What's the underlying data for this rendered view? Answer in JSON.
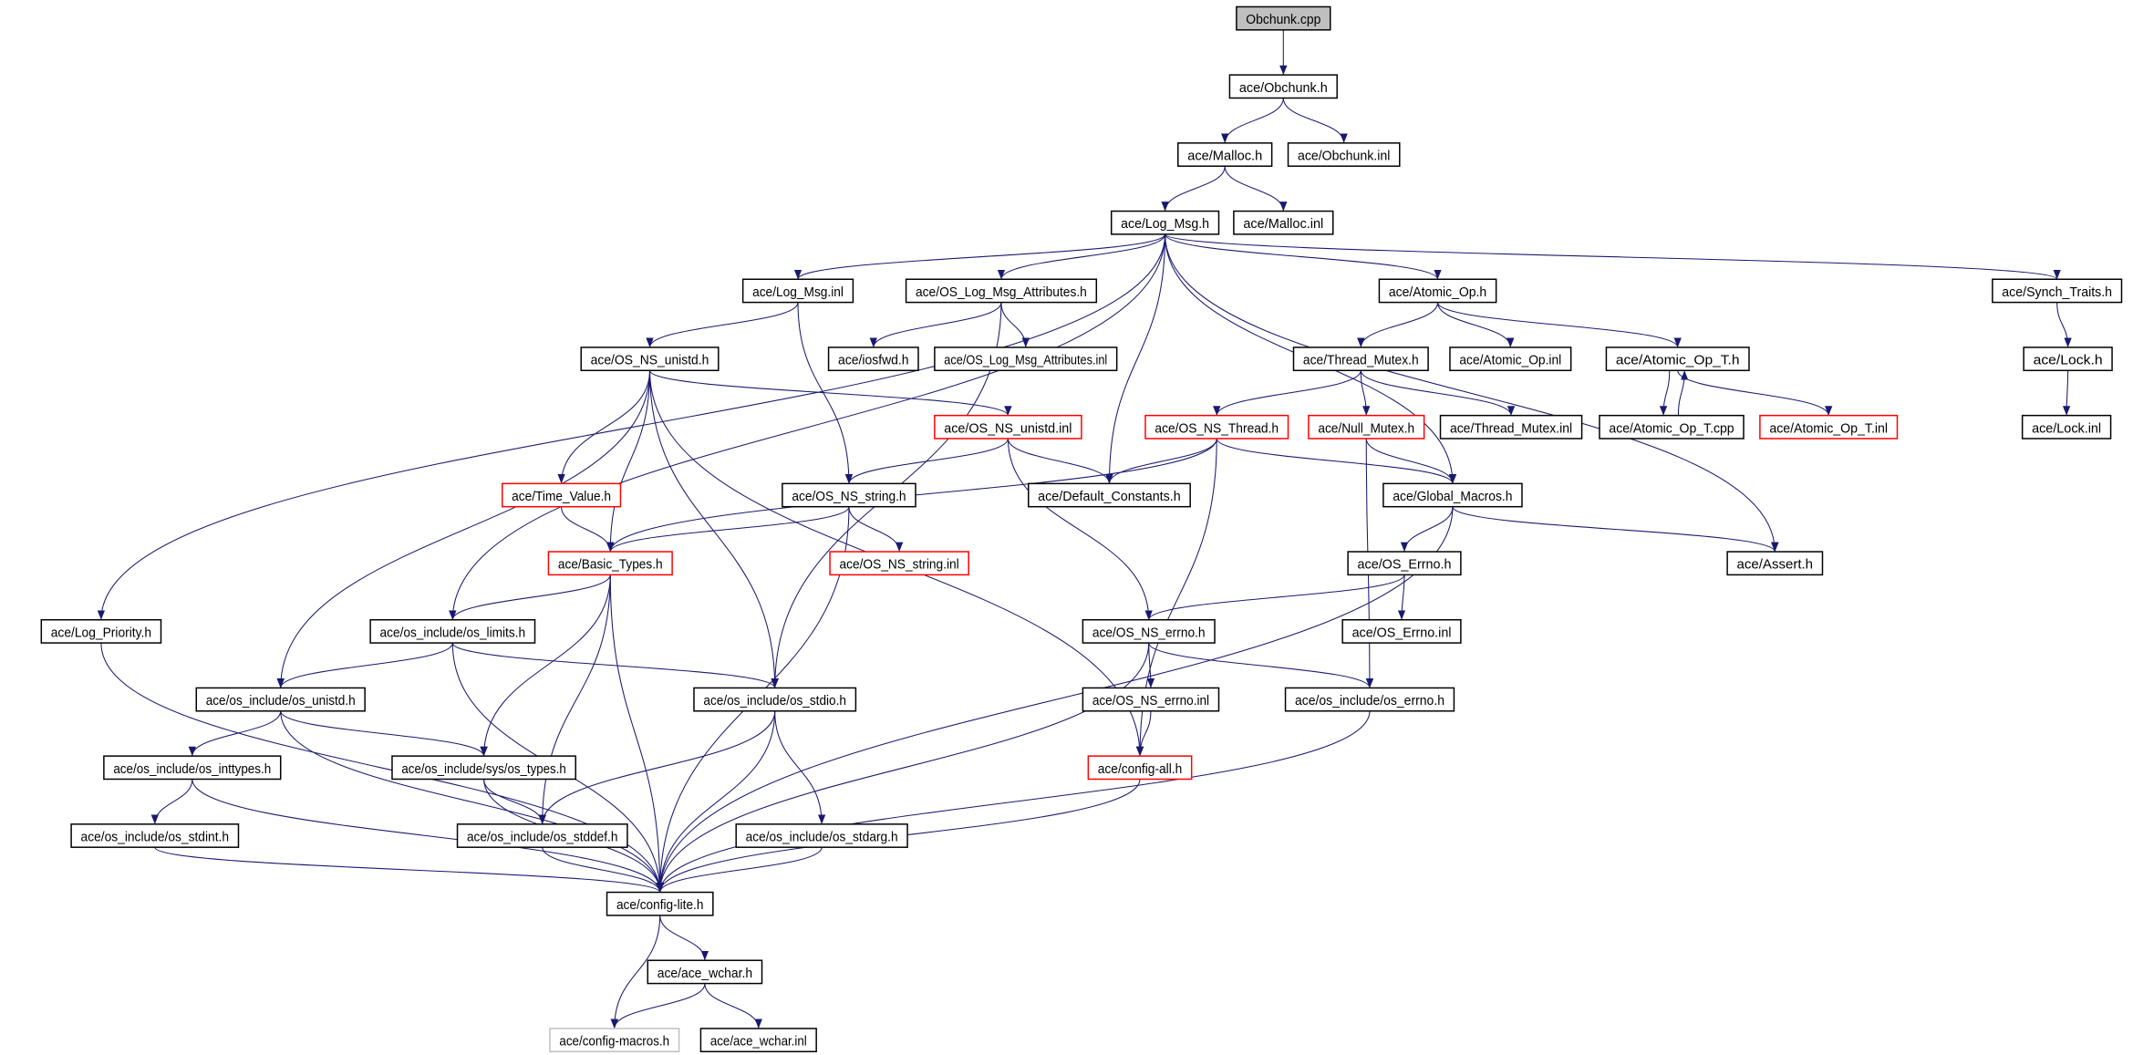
{
  "title": "Obchunk.cpp include dependency graph",
  "colors": {
    "edge": "#191970",
    "incomplete_border": "#ff0000",
    "root_fill": "#bfbfbf",
    "external_border": "#bfbfbf"
  },
  "nodes": [
    {
      "id": "obchunk_cpp",
      "label": "Obchunk.cpp",
      "style": "root"
    },
    {
      "id": "obchunk_h",
      "label": "ace/Obchunk.h",
      "style": "normal"
    },
    {
      "id": "malloc_h",
      "label": "ace/Malloc.h",
      "style": "normal"
    },
    {
      "id": "obchunk_inl",
      "label": "ace/Obchunk.inl",
      "style": "normal"
    },
    {
      "id": "log_msg_h",
      "label": "ace/Log_Msg.h",
      "style": "normal"
    },
    {
      "id": "malloc_inl",
      "label": "ace/Malloc.inl",
      "style": "normal"
    },
    {
      "id": "log_msg_inl",
      "label": "ace/Log_Msg.inl",
      "style": "normal"
    },
    {
      "id": "os_log_attr_h",
      "label": "ace/OS_Log_Msg_Attributes.h",
      "style": "normal"
    },
    {
      "id": "atomic_op_h",
      "label": "ace/Atomic_Op.h",
      "style": "normal"
    },
    {
      "id": "synch_traits_h",
      "label": "ace/Synch_Traits.h",
      "style": "normal"
    },
    {
      "id": "os_ns_unistd_h",
      "label": "ace/OS_NS_unistd.h",
      "style": "normal"
    },
    {
      "id": "iosfwd_h",
      "label": "ace/iosfwd.h",
      "style": "normal"
    },
    {
      "id": "os_log_attr_inl",
      "label": "ace/OS_Log_Msg_Attributes.inl",
      "style": "normal"
    },
    {
      "id": "thread_mutex_h",
      "label": "ace/Thread_Mutex.h",
      "style": "normal"
    },
    {
      "id": "atomic_op_inl",
      "label": "ace/Atomic_Op.inl",
      "style": "normal"
    },
    {
      "id": "atomic_op_t_h",
      "label": "ace/Atomic_Op_T.h",
      "style": "normal"
    },
    {
      "id": "lock_h",
      "label": "ace/Lock.h",
      "style": "normal"
    },
    {
      "id": "os_ns_unistd_inl",
      "label": "ace/OS_NS_unistd.inl",
      "style": "red"
    },
    {
      "id": "os_ns_thread_h",
      "label": "ace/OS_NS_Thread.h",
      "style": "red"
    },
    {
      "id": "null_mutex_h",
      "label": "ace/Null_Mutex.h",
      "style": "red"
    },
    {
      "id": "thread_mutex_inl",
      "label": "ace/Thread_Mutex.inl",
      "style": "normal"
    },
    {
      "id": "atomic_op_t_cpp",
      "label": "ace/Atomic_Op_T.cpp",
      "style": "normal"
    },
    {
      "id": "atomic_op_t_inl",
      "label": "ace/Atomic_Op_T.inl",
      "style": "red"
    },
    {
      "id": "lock_inl",
      "label": "ace/Lock.inl",
      "style": "normal"
    },
    {
      "id": "time_value_h",
      "label": "ace/Time_Value.h",
      "style": "red"
    },
    {
      "id": "os_ns_string_h",
      "label": "ace/OS_NS_string.h",
      "style": "normal"
    },
    {
      "id": "default_constants_h",
      "label": "ace/Default_Constants.h",
      "style": "normal"
    },
    {
      "id": "global_macros_h",
      "label": "ace/Global_Macros.h",
      "style": "normal"
    },
    {
      "id": "basic_types_h",
      "label": "ace/Basic_Types.h",
      "style": "red"
    },
    {
      "id": "os_ns_string_inl",
      "label": "ace/OS_NS_string.inl",
      "style": "red"
    },
    {
      "id": "os_errno_h",
      "label": "ace/OS_Errno.h",
      "style": "normal"
    },
    {
      "id": "assert_h",
      "label": "ace/Assert.h",
      "style": "normal"
    },
    {
      "id": "log_priority_h",
      "label": "ace/Log_Priority.h",
      "style": "normal"
    },
    {
      "id": "os_limits_h",
      "label": "ace/os_include/os_limits.h",
      "style": "normal"
    },
    {
      "id": "os_ns_errno_h",
      "label": "ace/OS_NS_errno.h",
      "style": "normal"
    },
    {
      "id": "os_errno_inl",
      "label": "ace/OS_Errno.inl",
      "style": "normal"
    },
    {
      "id": "os_unistd_h",
      "label": "ace/os_include/os_unistd.h",
      "style": "normal"
    },
    {
      "id": "os_stdio_h",
      "label": "ace/os_include/os_stdio.h",
      "style": "normal"
    },
    {
      "id": "os_ns_errno_inl",
      "label": "ace/OS_NS_errno.inl",
      "style": "normal"
    },
    {
      "id": "os_inc_errno_h",
      "label": "ace/os_include/os_errno.h",
      "style": "normal"
    },
    {
      "id": "os_inttypes_h",
      "label": "ace/os_include/os_inttypes.h",
      "style": "normal"
    },
    {
      "id": "sys_os_types_h",
      "label": "ace/os_include/sys/os_types.h",
      "style": "normal"
    },
    {
      "id": "config_all_h",
      "label": "ace/config-all.h",
      "style": "red"
    },
    {
      "id": "os_stdint_h",
      "label": "ace/os_include/os_stdint.h",
      "style": "normal"
    },
    {
      "id": "os_stddef_h",
      "label": "ace/os_include/os_stddef.h",
      "style": "normal"
    },
    {
      "id": "os_stdarg_h",
      "label": "ace/os_include/os_stdarg.h",
      "style": "normal"
    },
    {
      "id": "config_lite_h",
      "label": "ace/config-lite.h",
      "style": "normal"
    },
    {
      "id": "ace_wchar_h",
      "label": "ace/ace_wchar.h",
      "style": "normal"
    },
    {
      "id": "config_macros_h",
      "label": "ace/config-macros.h",
      "style": "gray"
    },
    {
      "id": "ace_wchar_inl",
      "label": "ace/ace_wchar.inl",
      "style": "normal"
    }
  ],
  "edges": [
    [
      "obchunk_cpp",
      "obchunk_h"
    ],
    [
      "obchunk_h",
      "malloc_h"
    ],
    [
      "obchunk_h",
      "obchunk_inl"
    ],
    [
      "malloc_h",
      "log_msg_h"
    ],
    [
      "malloc_h",
      "malloc_inl"
    ],
    [
      "log_msg_h",
      "log_priority_h"
    ],
    [
      "log_msg_h",
      "os_limits_h"
    ],
    [
      "log_msg_h",
      "log_msg_inl"
    ],
    [
      "log_msg_h",
      "os_log_attr_h"
    ],
    [
      "log_msg_h",
      "default_constants_h"
    ],
    [
      "log_msg_h",
      "atomic_op_h"
    ],
    [
      "log_msg_h",
      "global_macros_h"
    ],
    [
      "log_msg_h",
      "assert_h"
    ],
    [
      "log_msg_h",
      "synch_traits_h"
    ],
    [
      "log_msg_inl",
      "os_ns_unistd_h"
    ],
    [
      "log_msg_inl",
      "os_ns_string_h"
    ],
    [
      "os_log_attr_h",
      "iosfwd_h"
    ],
    [
      "os_log_attr_h",
      "os_log_attr_inl"
    ],
    [
      "os_log_attr_h",
      "os_stdio_h"
    ],
    [
      "os_ns_unistd_h",
      "os_unistd_h"
    ],
    [
      "os_ns_unistd_h",
      "time_value_h"
    ],
    [
      "os_ns_unistd_h",
      "basic_types_h"
    ],
    [
      "os_ns_unistd_h",
      "os_stdio_h"
    ],
    [
      "os_ns_unistd_h",
      "os_ns_unistd_inl"
    ],
    [
      "os_ns_unistd_h",
      "config_all_h"
    ],
    [
      "os_ns_unistd_inl",
      "os_ns_string_h"
    ],
    [
      "os_ns_unistd_inl",
      "default_constants_h"
    ],
    [
      "os_ns_unistd_inl",
      "os_ns_errno_h"
    ],
    [
      "atomic_op_h",
      "thread_mutex_h"
    ],
    [
      "atomic_op_h",
      "atomic_op_inl"
    ],
    [
      "atomic_op_h",
      "atomic_op_t_h"
    ],
    [
      "thread_mutex_h",
      "os_ns_thread_h"
    ],
    [
      "thread_mutex_h",
      "null_mutex_h"
    ],
    [
      "thread_mutex_h",
      "thread_mutex_inl"
    ],
    [
      "atomic_op_t_h",
      "atomic_op_t_cpp"
    ],
    [
      "atomic_op_t_h",
      "atomic_op_t_inl"
    ],
    [
      "atomic_op_t_cpp",
      "atomic_op_t_h"
    ],
    [
      "synch_traits_h",
      "lock_h"
    ],
    [
      "lock_h",
      "lock_inl"
    ],
    [
      "os_ns_thread_h",
      "default_constants_h"
    ],
    [
      "os_ns_thread_h",
      "global_macros_h"
    ],
    [
      "os_ns_thread_h",
      "basic_types_h"
    ],
    [
      "os_ns_thread_h",
      "config_all_h"
    ],
    [
      "null_mutex_h",
      "global_macros_h"
    ],
    [
      "null_mutex_h",
      "os_inc_errno_h"
    ],
    [
      "time_value_h",
      "basic_types_h"
    ],
    [
      "os_ns_string_h",
      "basic_types_h"
    ],
    [
      "os_ns_string_h",
      "os_ns_string_inl"
    ],
    [
      "os_ns_string_h",
      "config_lite_h"
    ],
    [
      "global_macros_h",
      "os_errno_h"
    ],
    [
      "global_macros_h",
      "assert_h"
    ],
    [
      "global_macros_h",
      "config_lite_h"
    ],
    [
      "basic_types_h",
      "os_limits_h"
    ],
    [
      "basic_types_h",
      "sys_os_types_h"
    ],
    [
      "basic_types_h",
      "os_stddef_h"
    ],
    [
      "basic_types_h",
      "config_lite_h"
    ],
    [
      "os_errno_h",
      "os_ns_errno_h"
    ],
    [
      "os_errno_h",
      "os_errno_inl"
    ],
    [
      "os_limits_h",
      "os_unistd_h"
    ],
    [
      "os_limits_h",
      "os_stdio_h"
    ],
    [
      "os_limits_h",
      "config_lite_h"
    ],
    [
      "os_ns_errno_h",
      "os_ns_errno_inl"
    ],
    [
      "os_ns_errno_h",
      "os_inc_errno_h"
    ],
    [
      "os_ns_errno_h",
      "config_lite_h"
    ],
    [
      "os_unistd_h",
      "os_inttypes_h"
    ],
    [
      "os_unistd_h",
      "sys_os_types_h"
    ],
    [
      "os_unistd_h",
      "config_lite_h"
    ],
    [
      "os_stdio_h",
      "os_stddef_h"
    ],
    [
      "os_stdio_h",
      "os_stdarg_h"
    ],
    [
      "os_stdio_h",
      "config_lite_h"
    ],
    [
      "os_ns_errno_inl",
      "config_all_h"
    ],
    [
      "os_inc_errno_h",
      "config_lite_h"
    ],
    [
      "os_inttypes_h",
      "os_stdint_h"
    ],
    [
      "os_inttypes_h",
      "config_lite_h"
    ],
    [
      "sys_os_types_h",
      "os_stddef_h"
    ],
    [
      "sys_os_types_h",
      "config_lite_h"
    ],
    [
      "config_all_h",
      "config_lite_h"
    ],
    [
      "os_stdint_h",
      "config_lite_h"
    ],
    [
      "os_stddef_h",
      "config_lite_h"
    ],
    [
      "os_stdarg_h",
      "config_lite_h"
    ],
    [
      "log_priority_h",
      "config_lite_h"
    ],
    [
      "config_lite_h",
      "ace_wchar_h"
    ],
    [
      "config_lite_h",
      "config_macros_h"
    ],
    [
      "ace_wchar_h",
      "config_macros_h"
    ],
    [
      "ace_wchar_h",
      "ace_wchar_inl"
    ]
  ]
}
